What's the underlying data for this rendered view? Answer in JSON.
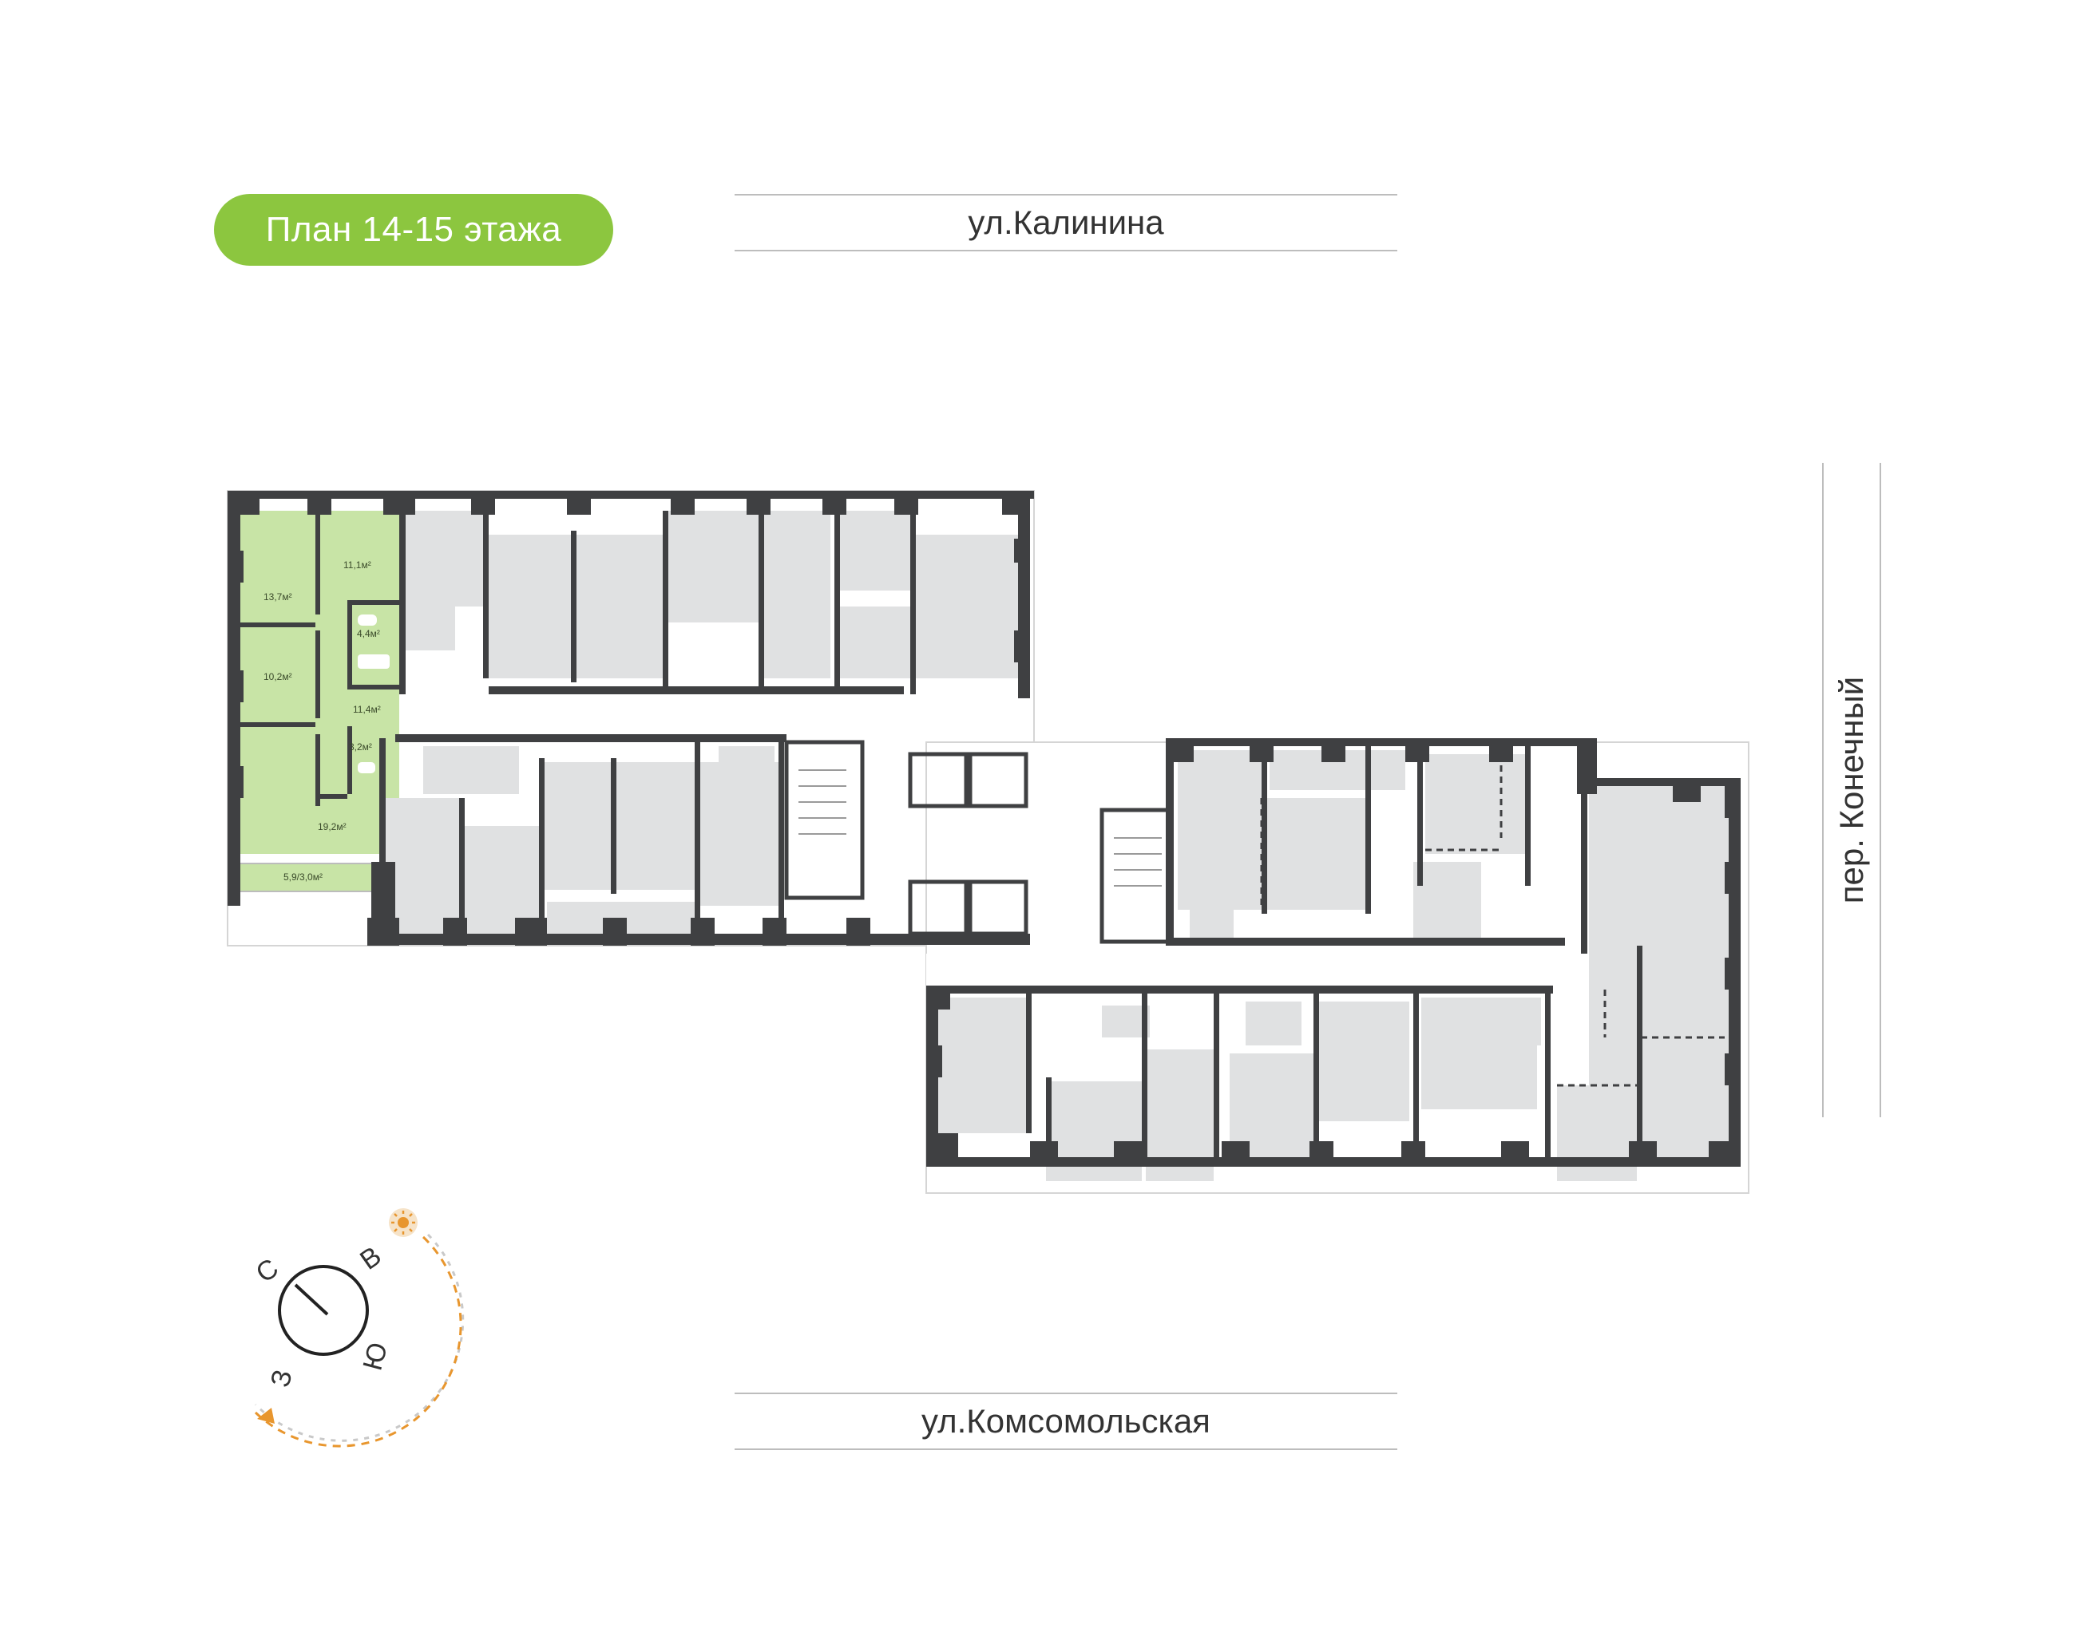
{
  "floor_plan": {
    "title": "План 14-15 этажа",
    "accent_color": "#8cc63f",
    "highlight_color": "#c8e4a6",
    "wall_color": "#3f4042",
    "room_color": "#e0e1e2"
  },
  "streets": {
    "north": "ул.Калинина",
    "south": "ул.Комсомольская",
    "east": "пер. Конечный"
  },
  "apartment": {
    "rooms": [
      {
        "name": "room-1",
        "area": "13,7м²"
      },
      {
        "name": "room-2",
        "area": "11,1м²"
      },
      {
        "name": "room-3",
        "area": "4,4м²"
      },
      {
        "name": "room-4",
        "area": "10,2м²"
      },
      {
        "name": "room-5",
        "area": "11,4м²"
      },
      {
        "name": "room-6",
        "area": "3,2м²"
      },
      {
        "name": "room-7",
        "area": "19,2м²"
      },
      {
        "name": "balcony",
        "area": "5,9/3,0м²"
      }
    ]
  },
  "compass": {
    "north": "С",
    "east": "В",
    "south": "Ю",
    "west": "З",
    "sun_icon": "sun-icon",
    "path_color": "#e8962e"
  }
}
